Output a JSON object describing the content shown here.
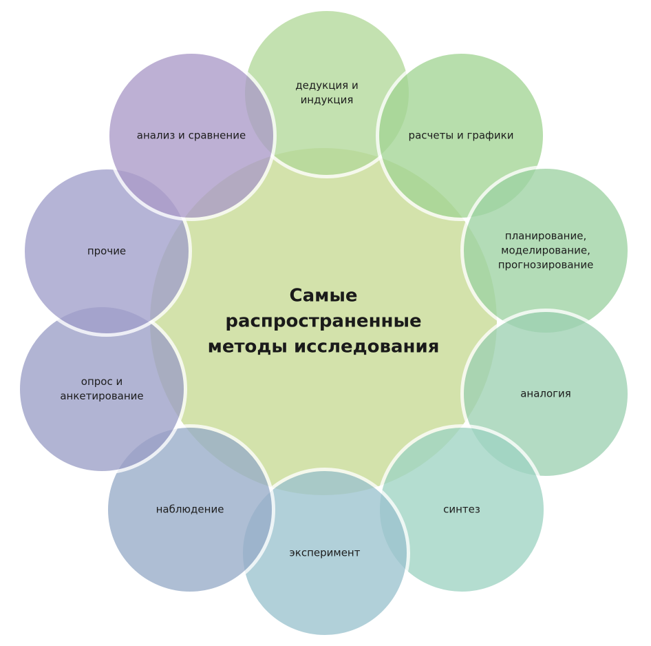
{
  "title_lines": [
    "Самые",
    "распространенные",
    "методы исследования"
  ],
  "center_color": "#cfe0a4",
  "nodes": [
    {
      "lines": [
        "дедукция и",
        "индукция"
      ],
      "color": "#b3d99a"
    },
    {
      "lines": [
        "расчеты и графики"
      ],
      "color": "#a3d595"
    },
    {
      "lines": [
        "планирование,",
        "моделирование,",
        "прогнозирование"
      ],
      "color": "#9ed3a4"
    },
    {
      "lines": [
        "аналогия"
      ],
      "color": "#9ed1b3"
    },
    {
      "lines": [
        "синтез"
      ],
      "color": "#9fd4c4"
    },
    {
      "lines": [
        "эксперимент"
      ],
      "color": "#9cc3cf"
    },
    {
      "lines": [
        "наблюдение"
      ],
      "color": "#98adc9"
    },
    {
      "lines": [
        "опрос и",
        "анкетирование"
      ],
      "color": "#9c9fc7"
    },
    {
      "lines": [
        "прочие"
      ],
      "color": "#a19fcb"
    },
    {
      "lines": [
        "анализ и сравнение"
      ],
      "color": "#ab9bc8"
    }
  ]
}
